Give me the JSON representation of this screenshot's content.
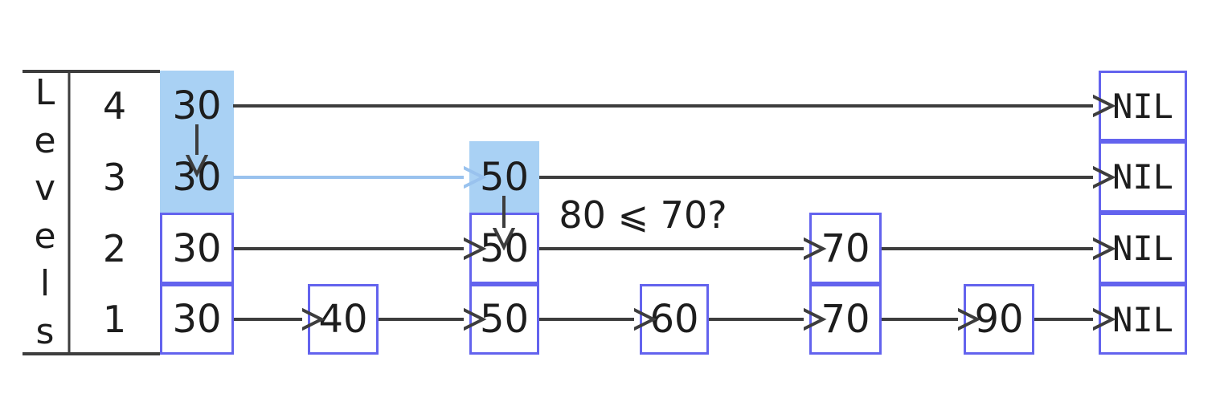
{
  "colors": {
    "node_border": "#6363ee",
    "highlight_fill": "#a9d1f4",
    "highlight_arrow": "#99c2ee",
    "line": "#3d3d3d",
    "text": "#1d1d1d",
    "background": "#ffffff"
  },
  "levels_axis": {
    "letters": [
      "L",
      "e",
      "v",
      "e",
      "l",
      "s"
    ],
    "numbers": [
      "4",
      "3",
      "2",
      "1"
    ]
  },
  "annotation": {
    "text": "80 ⩽ 70?"
  },
  "columns": [
    {
      "key": "30",
      "cells": [
        {
          "level": 4,
          "value": "30",
          "highlighted": true
        },
        {
          "level": 3,
          "value": "30",
          "highlighted": true
        },
        {
          "level": 2,
          "value": "30",
          "highlighted": false
        },
        {
          "level": 1,
          "value": "30",
          "highlighted": false
        }
      ]
    },
    {
      "key": "40",
      "cells": [
        {
          "level": 1,
          "value": "40",
          "highlighted": false
        }
      ]
    },
    {
      "key": "50",
      "cells": [
        {
          "level": 3,
          "value": "50",
          "highlighted": true
        },
        {
          "level": 2,
          "value": "50",
          "highlighted": false
        },
        {
          "level": 1,
          "value": "50",
          "highlighted": false
        }
      ]
    },
    {
      "key": "60",
      "cells": [
        {
          "level": 1,
          "value": "60",
          "highlighted": false
        }
      ]
    },
    {
      "key": "70",
      "cells": [
        {
          "level": 2,
          "value": "70",
          "highlighted": false
        },
        {
          "level": 1,
          "value": "70",
          "highlighted": false
        }
      ]
    },
    {
      "key": "90",
      "cells": [
        {
          "level": 1,
          "value": "90",
          "highlighted": false
        }
      ]
    },
    {
      "key": "NIL",
      "cells": [
        {
          "level": 4,
          "value": "NIL"
        },
        {
          "level": 3,
          "value": "NIL"
        },
        {
          "level": 2,
          "value": "NIL"
        },
        {
          "level": 1,
          "value": "NIL"
        }
      ]
    }
  ]
}
